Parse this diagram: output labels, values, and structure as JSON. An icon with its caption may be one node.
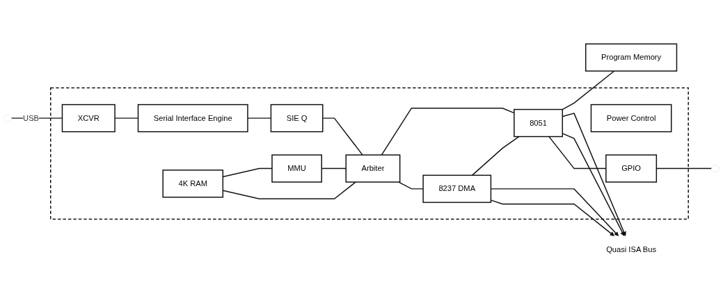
{
  "diagram": {
    "nodes": [
      {
        "text": [],
        "shape": "box"
      },
      {
        "text": [
          "XCVR"
        ],
        "in": 0
      },
      {
        "text": [
          "Serial Interface Engine"
        ],
        "in": 0
      },
      {
        "text": [
          "SIE Q"
        ],
        "in": 0
      },
      {
        "text": [
          "Power Control"
        ],
        "in": 0
      },
      {
        "text": [
          "4K RAM"
        ],
        "in": 0
      },
      {
        "text": [
          "MMU"
        ],
        "in": 0
      },
      {
        "text": [
          "Arbiter"
        ],
        "in": 0
      },
      {
        "text": [
          "8237 DMA"
        ],
        "in": 0
      },
      {
        "text": [
          "8051"
        ],
        "in": 0
      },
      {
        "text": [
          "GPIO"
        ],
        "in": 0
      },
      {
        "text": [
          "Program Memory"
        ]
      },
      {
        "text": [
          "Quasi ISA Bus"
        ]
      }
    ],
    "edges": [
      {
        "from": null,
        "to": 1,
        "arrow": "none",
        "label": "USB"
      },
      {
        "from": 1,
        "to": 2,
        "arrow": "none"
      },
      {
        "from": 2,
        "to": 3,
        "arrow": "none"
      },
      {
        "from": 3,
        "to": 7,
        "arrow": "none"
      },
      {
        "from": 7,
        "to": 9,
        "arrow": "none"
      },
      {
        "from": 9,
        "to": 11,
        "arrow": "none"
      },
      {
        "from": 5,
        "to": 6,
        "arrow": "none"
      },
      {
        "from": 6,
        "to": 7,
        "arrow": "none"
      },
      {
        "from": 5,
        "to": 7,
        "arrow": "none"
      },
      {
        "from": 7,
        "to": 8,
        "arrow": "none"
      },
      {
        "from": 8,
        "to": 9,
        "arrow": "none"
      },
      {
        "from": 8,
        "to": 12,
        "arrow": "to"
      },
      {
        "from": 8,
        "to": 12,
        "arrow": "to"
      },
      {
        "from": 9,
        "to": 12,
        "arrow": "to"
      },
      {
        "from": 9,
        "to": 12,
        "arrow": "to"
      },
      {
        "from": 9,
        "to": 10,
        "arrow": "none"
      },
      {
        "from": 10,
        "to": null,
        "arrow": "none"
      }
    ]
  }
}
